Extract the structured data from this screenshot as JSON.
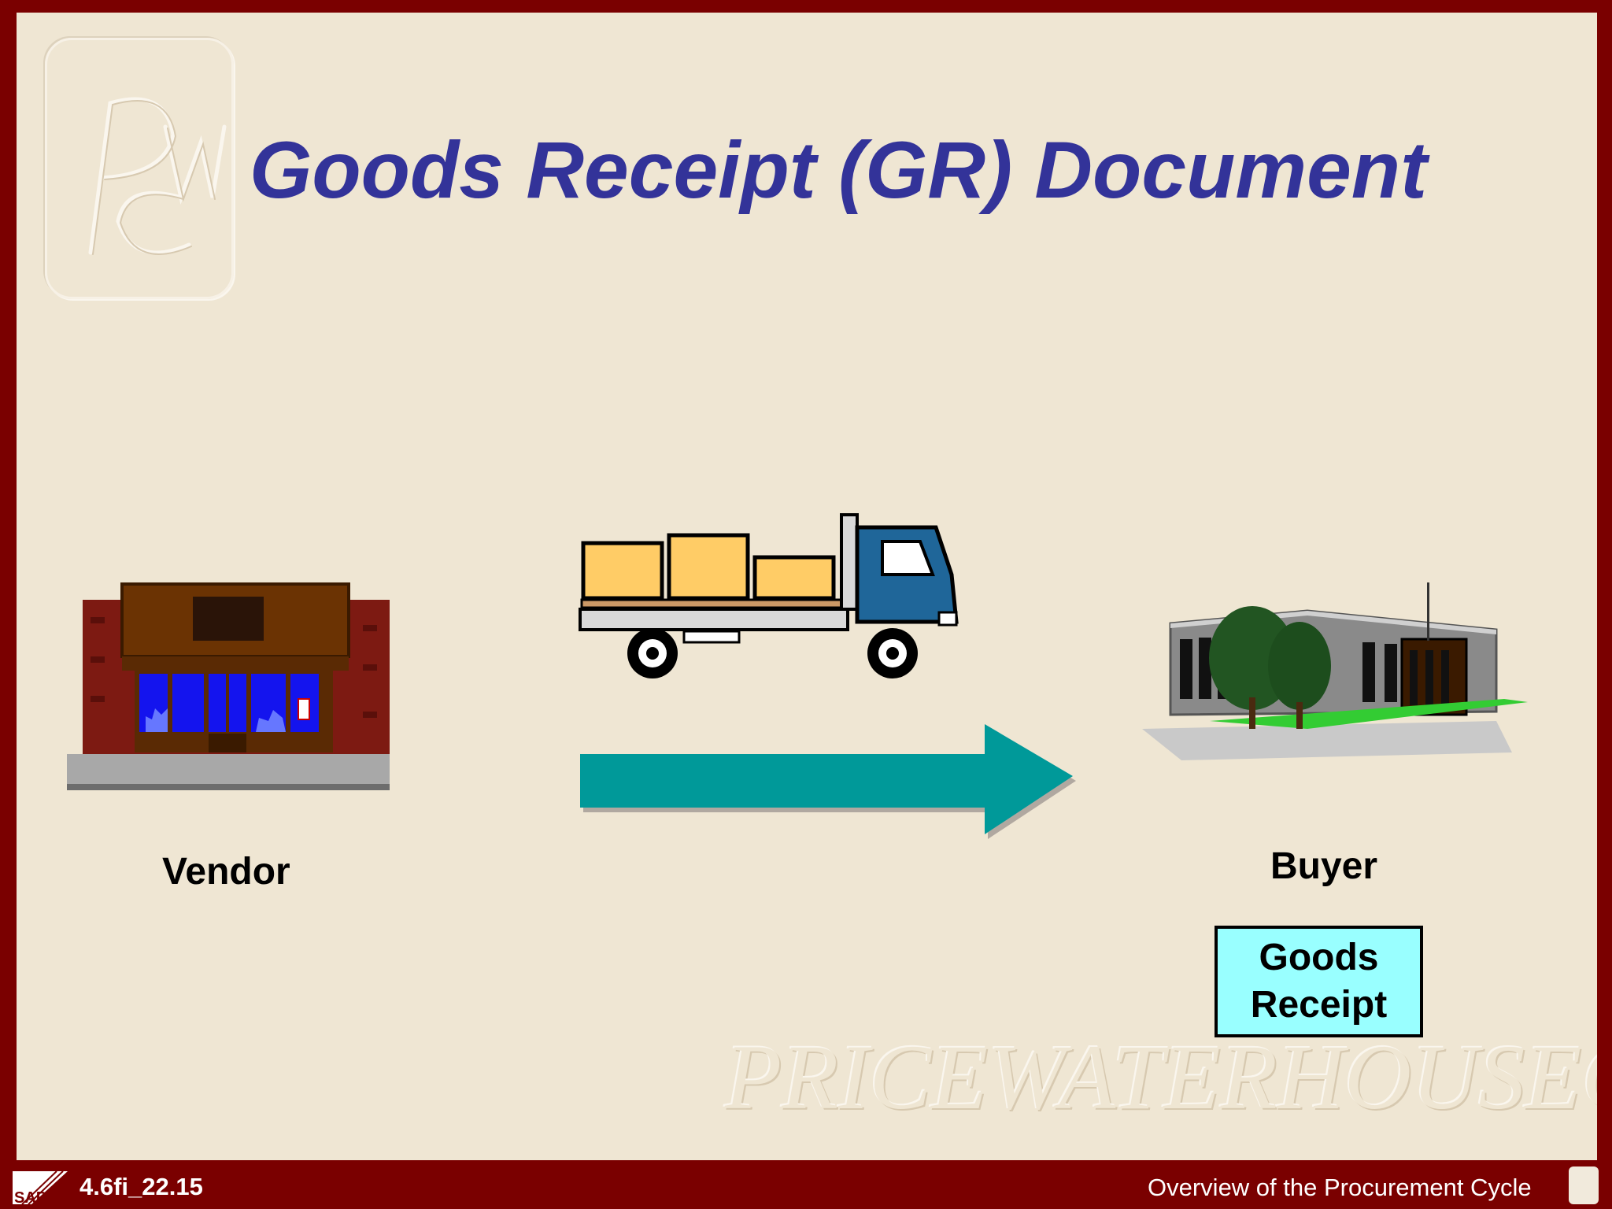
{
  "title": "Goods Receipt (GR) Document",
  "vendor_label": "Vendor",
  "buyer_label": "Buyer",
  "goods_receipt_label_line1": "Goods",
  "goods_receipt_label_line2": "Receipt",
  "watermark": "PRICEWATERHOUSECOOPERS",
  "footer": {
    "sap_mark": "SAP",
    "slide_code": "4.6fi_22.15",
    "section_title": "Overview of the Procurement Cycle"
  },
  "colors": {
    "frame": "#7a0000",
    "background": "#efe6d3",
    "title": "#333399",
    "arrow": "#009999",
    "goods_receipt_box": "#99ffff"
  },
  "icons": [
    "vendor-storefront-icon",
    "delivery-truck-icon",
    "buyer-building-icon",
    "flow-arrow-icon"
  ]
}
